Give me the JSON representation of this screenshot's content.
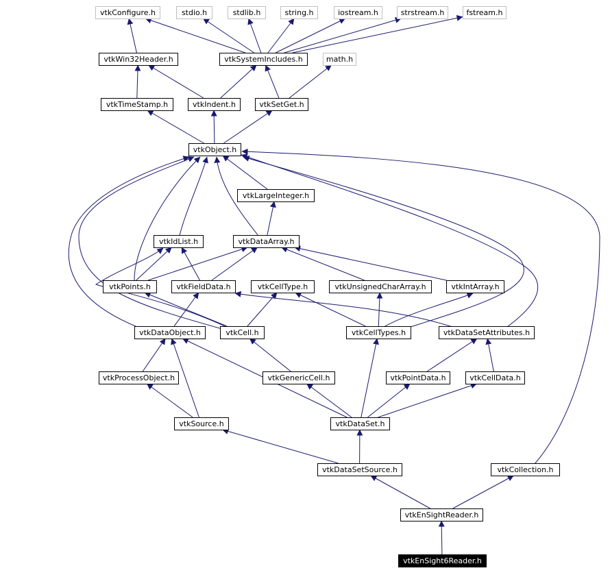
{
  "colors": {
    "edge": "#191970",
    "box_border": "#000000",
    "external_border": "#bfbfbf",
    "focus_fill": "#000000",
    "focus_text": "#ffffff"
  },
  "nodes": [
    {
      "id": "vtkConfigure",
      "label": "vtkConfigure.h",
      "kind": "external"
    },
    {
      "id": "stdio",
      "label": "stdio.h",
      "kind": "external"
    },
    {
      "id": "stdlib",
      "label": "stdlib.h",
      "kind": "external"
    },
    {
      "id": "string",
      "label": "string.h",
      "kind": "external"
    },
    {
      "id": "iostream",
      "label": "iostream.h",
      "kind": "external"
    },
    {
      "id": "strstream",
      "label": "strstream.h",
      "kind": "external"
    },
    {
      "id": "fstream",
      "label": "fstream.h",
      "kind": "external"
    },
    {
      "id": "vtkWin32Header",
      "label": "vtkWin32Header.h",
      "kind": "normal"
    },
    {
      "id": "vtkSystemIncludes",
      "label": "vtkSystemIncludes.h",
      "kind": "normal"
    },
    {
      "id": "math",
      "label": "math.h",
      "kind": "external"
    },
    {
      "id": "vtkTimeStamp",
      "label": "vtkTimeStamp.h",
      "kind": "normal"
    },
    {
      "id": "vtkIndent",
      "label": "vtkIndent.h",
      "kind": "normal"
    },
    {
      "id": "vtkSetGet",
      "label": "vtkSetGet.h",
      "kind": "normal"
    },
    {
      "id": "vtkObject",
      "label": "vtkObject.h",
      "kind": "normal"
    },
    {
      "id": "vtkLargeInteger",
      "label": "vtkLargeInteger.h",
      "kind": "normal"
    },
    {
      "id": "vtkIdList",
      "label": "vtkIdList.h",
      "kind": "normal"
    },
    {
      "id": "vtkDataArray",
      "label": "vtkDataArray.h",
      "kind": "normal"
    },
    {
      "id": "vtkPoints",
      "label": "vtkPoints.h",
      "kind": "normal"
    },
    {
      "id": "vtkFieldData",
      "label": "vtkFieldData.h",
      "kind": "normal"
    },
    {
      "id": "vtkCellType",
      "label": "vtkCellType.h",
      "kind": "normal"
    },
    {
      "id": "vtkUnsignedCharArray",
      "label": "vtkUnsignedCharArray.h",
      "kind": "normal"
    },
    {
      "id": "vtkIntArray",
      "label": "vtkIntArray.h",
      "kind": "normal"
    },
    {
      "id": "vtkDataObject",
      "label": "vtkDataObject.h",
      "kind": "normal"
    },
    {
      "id": "vtkCell",
      "label": "vtkCell.h",
      "kind": "normal"
    },
    {
      "id": "vtkCellTypes",
      "label": "vtkCellTypes.h",
      "kind": "normal"
    },
    {
      "id": "vtkDataSetAttributes",
      "label": "vtkDataSetAttributes.h",
      "kind": "normal"
    },
    {
      "id": "vtkProcessObject",
      "label": "vtkProcessObject.h",
      "kind": "normal"
    },
    {
      "id": "vtkGenericCell",
      "label": "vtkGenericCell.h",
      "kind": "normal"
    },
    {
      "id": "vtkPointData",
      "label": "vtkPointData.h",
      "kind": "normal"
    },
    {
      "id": "vtkCellData",
      "label": "vtkCellData.h",
      "kind": "normal"
    },
    {
      "id": "vtkSource",
      "label": "vtkSource.h",
      "kind": "normal"
    },
    {
      "id": "vtkDataSet",
      "label": "vtkDataSet.h",
      "kind": "normal"
    },
    {
      "id": "vtkDataSetSource",
      "label": "vtkDataSetSource.h",
      "kind": "normal"
    },
    {
      "id": "vtkCollection",
      "label": "vtkCollection.h",
      "kind": "normal"
    },
    {
      "id": "vtkEnSightReader",
      "label": "vtkEnSightReader.h",
      "kind": "normal"
    },
    {
      "id": "vtkEnSight6Reader",
      "label": "vtkEnSight6Reader.h",
      "kind": "focus"
    }
  ],
  "edges": [
    {
      "from": "vtkWin32Header",
      "to": "vtkConfigure"
    },
    {
      "from": "vtkSystemIncludes",
      "to": "vtkConfigure"
    },
    {
      "from": "vtkSystemIncludes",
      "to": "stdio"
    },
    {
      "from": "vtkSystemIncludes",
      "to": "stdlib"
    },
    {
      "from": "vtkSystemIncludes",
      "to": "string"
    },
    {
      "from": "vtkSystemIncludes",
      "to": "iostream"
    },
    {
      "from": "vtkSystemIncludes",
      "to": "strstream"
    },
    {
      "from": "vtkSystemIncludes",
      "to": "fstream"
    },
    {
      "from": "vtkTimeStamp",
      "to": "vtkWin32Header"
    },
    {
      "from": "vtkIndent",
      "to": "vtkWin32Header"
    },
    {
      "from": "vtkIndent",
      "to": "vtkSystemIncludes"
    },
    {
      "from": "vtkSetGet",
      "to": "vtkSystemIncludes"
    },
    {
      "from": "vtkSetGet",
      "to": "math"
    },
    {
      "from": "vtkObject",
      "to": "vtkTimeStamp"
    },
    {
      "from": "vtkObject",
      "to": "vtkIndent"
    },
    {
      "from": "vtkObject",
      "to": "vtkSetGet"
    },
    {
      "from": "vtkLargeInteger",
      "to": "vtkObject"
    },
    {
      "from": "vtkIdList",
      "to": "vtkObject"
    },
    {
      "from": "vtkDataArray",
      "to": "vtkObject"
    },
    {
      "from": "vtkDataArray",
      "to": "vtkLargeInteger"
    },
    {
      "from": "vtkPoints",
      "to": "vtkObject"
    },
    {
      "from": "vtkPoints",
      "to": "vtkIdList"
    },
    {
      "from": "vtkPoints",
      "to": "vtkDataArray"
    },
    {
      "from": "vtkFieldData",
      "to": "vtkIdList"
    },
    {
      "from": "vtkFieldData",
      "to": "vtkDataArray"
    },
    {
      "from": "vtkUnsignedCharArray",
      "to": "vtkDataArray"
    },
    {
      "from": "vtkIntArray",
      "to": "vtkDataArray"
    },
    {
      "from": "vtkDataObject",
      "to": "vtkObject"
    },
    {
      "from": "vtkDataObject",
      "to": "vtkFieldData"
    },
    {
      "from": "vtkCell",
      "to": "vtkObject"
    },
    {
      "from": "vtkCell",
      "to": "vtkIdList"
    },
    {
      "from": "vtkCell",
      "to": "vtkPoints"
    },
    {
      "from": "vtkCell",
      "to": "vtkCellType"
    },
    {
      "from": "vtkCellTypes",
      "to": "vtkObject"
    },
    {
      "from": "vtkCellTypes",
      "to": "vtkCellType"
    },
    {
      "from": "vtkCellTypes",
      "to": "vtkUnsignedCharArray"
    },
    {
      "from": "vtkCellTypes",
      "to": "vtkIntArray"
    },
    {
      "from": "vtkDataSetAttributes",
      "to": "vtkObject"
    },
    {
      "from": "vtkDataSetAttributes",
      "to": "vtkFieldData"
    },
    {
      "from": "vtkProcessObject",
      "to": "vtkDataObject"
    },
    {
      "from": "vtkGenericCell",
      "to": "vtkCell"
    },
    {
      "from": "vtkPointData",
      "to": "vtkDataSetAttributes"
    },
    {
      "from": "vtkCellData",
      "to": "vtkDataSetAttributes"
    },
    {
      "from": "vtkSource",
      "to": "vtkProcessObject"
    },
    {
      "from": "vtkSource",
      "to": "vtkDataObject"
    },
    {
      "from": "vtkDataSet",
      "to": "vtkDataObject"
    },
    {
      "from": "vtkDataSet",
      "to": "vtkGenericCell"
    },
    {
      "from": "vtkDataSet",
      "to": "vtkCellTypes"
    },
    {
      "from": "vtkDataSet",
      "to": "vtkPointData"
    },
    {
      "from": "vtkDataSet",
      "to": "vtkCellData"
    },
    {
      "from": "vtkDataSetSource",
      "to": "vtkSource"
    },
    {
      "from": "vtkDataSetSource",
      "to": "vtkDataSet"
    },
    {
      "from": "vtkCollection",
      "to": "vtkObject"
    },
    {
      "from": "vtkEnSightReader",
      "to": "vtkDataSetSource"
    },
    {
      "from": "vtkEnSightReader",
      "to": "vtkCollection"
    },
    {
      "from": "vtkEnSight6Reader",
      "to": "vtkEnSightReader"
    }
  ]
}
